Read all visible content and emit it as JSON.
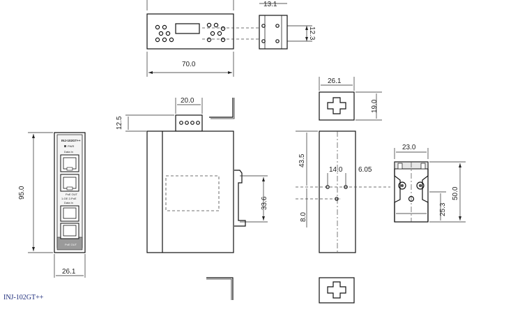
{
  "model_label": "INJ-102GT++",
  "dimensions": {
    "top_width": "70.0",
    "side_top_small": "13.1",
    "side_height_small": "12.3",
    "vent_width": "20.0",
    "vent_offset": "12.5",
    "front_height": "95.0",
    "front_width": "26.1",
    "din_clip": "33.6",
    "mount_width": "26.1",
    "mount_height": "19.0",
    "hole_top": "43.5",
    "hole_spacing": "14.0",
    "hole_offset": "6.05",
    "hole_bottom": "8.0",
    "rail_width": "23.0",
    "rail_height": "50.0",
    "rail_half": "25.3"
  },
  "front_panel": {
    "brand": "INJ-102GT++",
    "pwr": "PWR",
    "port_label_top": "Data In",
    "poe_label": "PoE OUT",
    "led_row": "1-GE  2-PoE",
    "port_label_bottom": "Data In",
    "footer": "PoE OUT"
  }
}
